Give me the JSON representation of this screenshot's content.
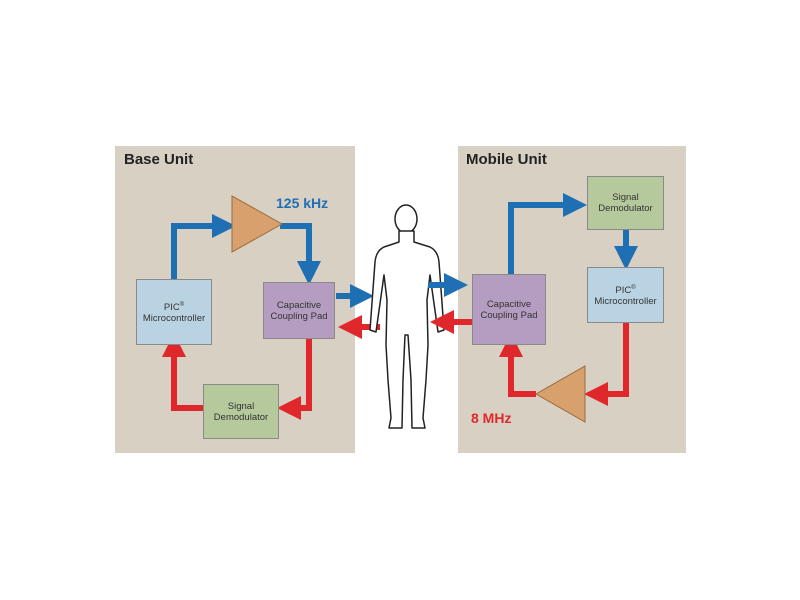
{
  "base_unit": {
    "title": "Base Unit",
    "frequency": "125 kHz",
    "pic_line1": "PIC",
    "pic_reg": "®",
    "pic_line2": "Microcontroller",
    "pad_line1": "Capacitive",
    "pad_line2": "Coupling Pad",
    "demod_line1": "Signal",
    "demod_line2": "Demodulator"
  },
  "mobile_unit": {
    "title": "Mobile Unit",
    "frequency": "8 MHz",
    "pic_line1": "PIC",
    "pic_reg": "®",
    "pic_line2": "Microcontroller",
    "pad_line1": "Capacitive",
    "pad_line2": "Coupling Pad",
    "demod_line1": "Signal",
    "demod_line2": "Demodulator"
  },
  "colors": {
    "panel": "#d8d0c3",
    "blue_arrow": "#1f6fb5",
    "red_arrow": "#e0282c",
    "amplifier": "#d8a06c",
    "pic_box": "#b9d3e3",
    "pad_box": "#b49dc0",
    "demod_box": "#b6c99c"
  },
  "icons": {
    "amplifier": "triangle-amplifier-icon",
    "body": "human-silhouette-icon"
  }
}
